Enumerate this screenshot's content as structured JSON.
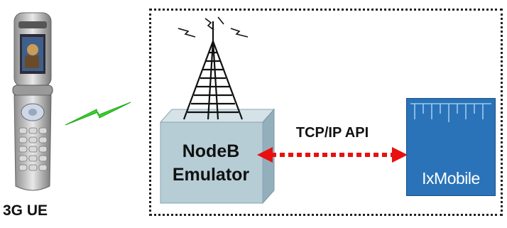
{
  "labels": {
    "ue": "3G UE",
    "emulator_line1": "NodeB",
    "emulator_line2": "Emulator",
    "api": "TCP/IP API",
    "ixmobile": "IxMobile"
  },
  "colors": {
    "signal": "#3ccf2e",
    "arrow": "#e81010",
    "ixmobile_bg": "#2a73b8",
    "emulator_front": "#b6cdd6",
    "emulator_top": "#d5e3e8",
    "emulator_side": "#93afbb"
  },
  "icons": {
    "phone": "flip-phone-icon",
    "tower": "radio-tower-icon",
    "signal": "wireless-signal-icon",
    "device": "ixmobile-device-icon"
  }
}
